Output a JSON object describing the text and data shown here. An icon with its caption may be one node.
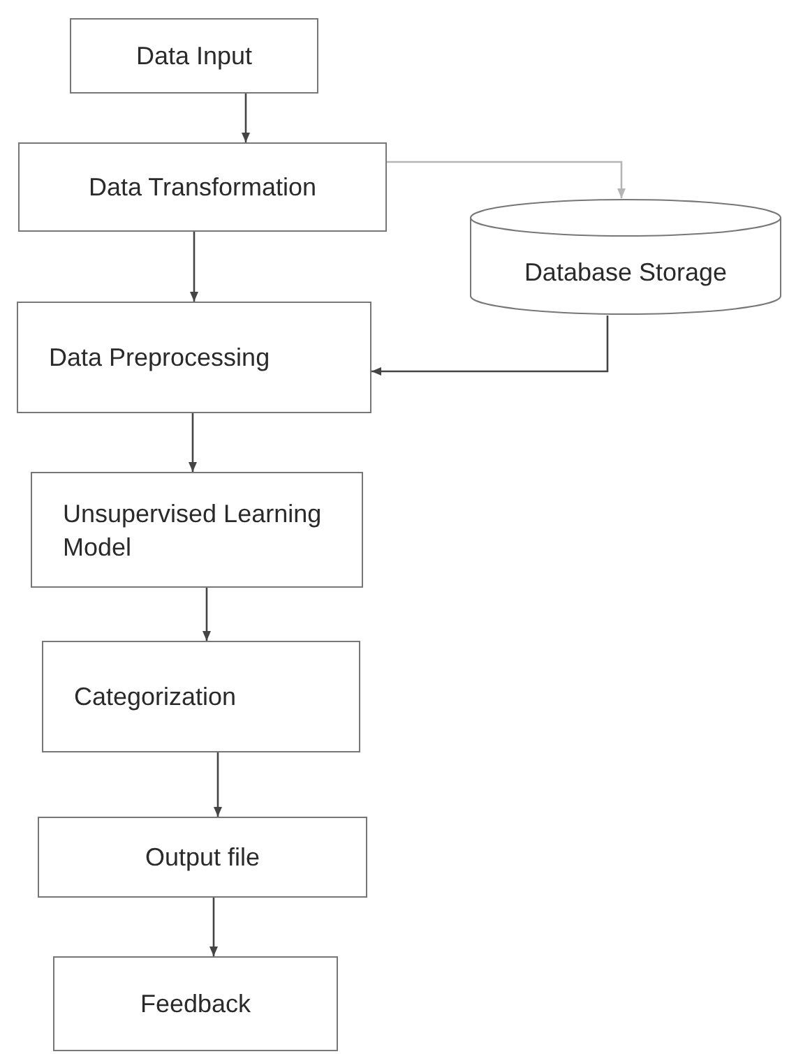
{
  "diagram": {
    "nodes": [
      {
        "text": [
          "Data Input"
        ]
      },
      {
        "text": [
          "Data Transformation"
        ]
      },
      {
        "text": [
          "Database Storage"
        ]
      },
      {
        "text": [
          "Data Preprocessing"
        ]
      },
      {
        "text": [
          "Unsupervised Learning Model"
        ]
      },
      {
        "text": [
          "Categorization"
        ]
      },
      {
        "text": [
          "Output file"
        ]
      },
      {
        "text": [
          "Feedback"
        ]
      }
    ],
    "edges": [
      {
        "from": 0,
        "to": 1,
        "arrow": "to"
      },
      {
        "from": 1,
        "to": 2,
        "arrow": "to",
        "color": "#b5b5b5"
      },
      {
        "from": 1,
        "to": 3,
        "arrow": "to"
      },
      {
        "from": 2,
        "to": 3,
        "arrow": "to"
      },
      {
        "from": 3,
        "to": 4,
        "arrow": "to"
      },
      {
        "from": 4,
        "to": 5,
        "arrow": "to"
      },
      {
        "from": 5,
        "to": 6,
        "arrow": "to"
      },
      {
        "from": 6,
        "to": 7,
        "arrow": "to"
      }
    ]
  }
}
